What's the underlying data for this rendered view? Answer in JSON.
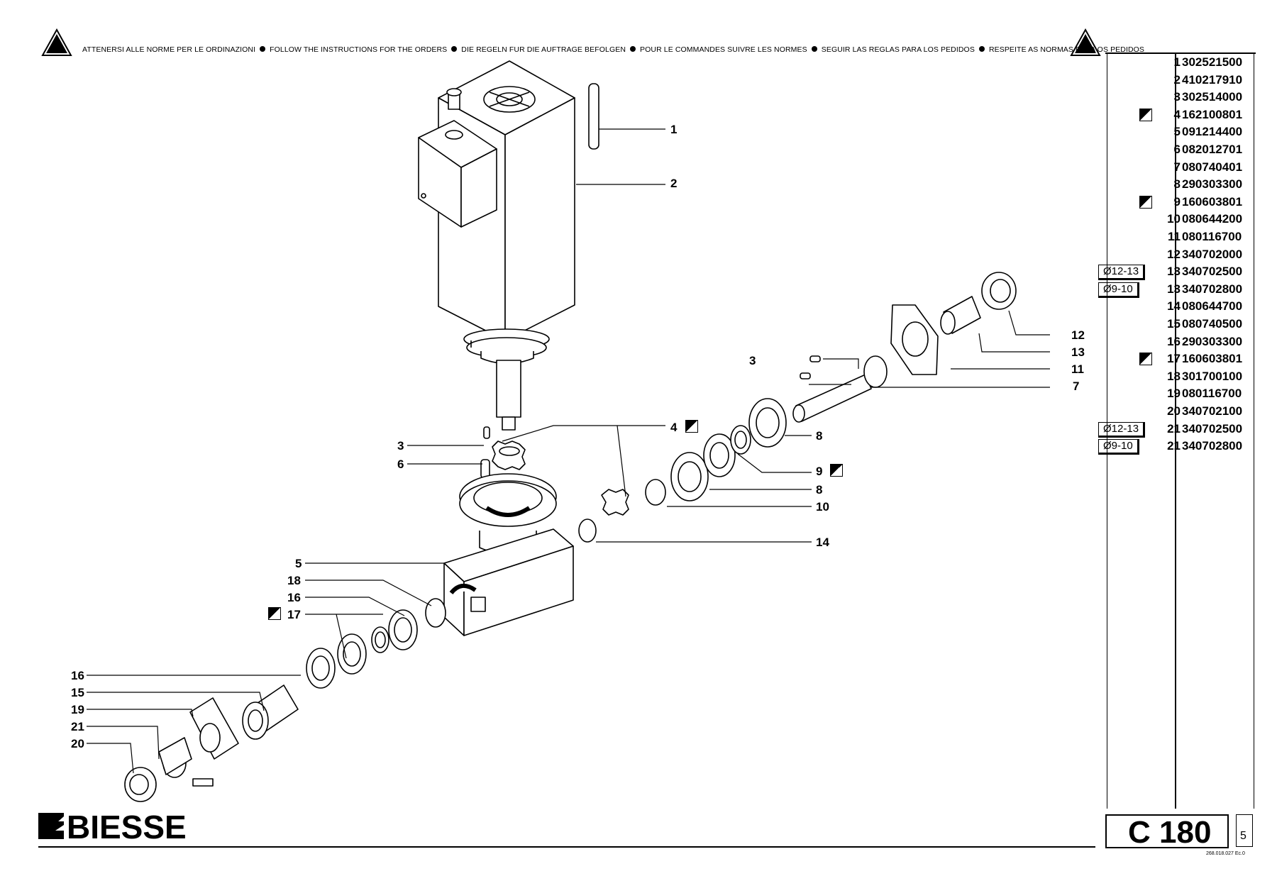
{
  "header": {
    "instructions": [
      "ATTENERSI ALLE NORME PER LE ORDINAZIONI",
      "FOLLOW THE INSTRUCTIONS FOR THE ORDERS",
      "DIE REGELN FUR DIE AUFTRAGE BEFOLGEN",
      "POUR LE COMMANDES SUIVRE LES NORMES",
      "SEGUIR LAS REGLAS PARA LOS PEDIDOS",
      "RESPEITE AS NORMAS PARA OS PEDIDOS"
    ],
    "warning_icon": "warning-triangle-icon"
  },
  "callouts": {
    "c1": "1",
    "c2": "2",
    "c3a": "3",
    "c3b": "3",
    "c4": "4",
    "c5": "5",
    "c6": "6",
    "c7": "7",
    "c8a": "8",
    "c8b": "8",
    "c9": "9",
    "c10": "10",
    "c11": "11",
    "c12": "12",
    "c13": "13",
    "c14": "14",
    "c15": "15",
    "c16a": "16",
    "c16b": "16",
    "c17": "17",
    "c18": "18",
    "c19": "19",
    "c20": "20",
    "c21": "21"
  },
  "parts_table": [
    {
      "num": "1",
      "code": "302521500",
      "mark": false,
      "tag": ""
    },
    {
      "num": "2",
      "code": "410217910",
      "mark": false,
      "tag": ""
    },
    {
      "num": "3",
      "code": "302514000",
      "mark": false,
      "tag": ""
    },
    {
      "num": "4",
      "code": "162100801",
      "mark": true,
      "tag": ""
    },
    {
      "num": "5",
      "code": "091214400",
      "mark": false,
      "tag": ""
    },
    {
      "num": "6",
      "code": "082012701",
      "mark": false,
      "tag": ""
    },
    {
      "num": "7",
      "code": "080740401",
      "mark": false,
      "tag": ""
    },
    {
      "num": "8",
      "code": "290303300",
      "mark": false,
      "tag": ""
    },
    {
      "num": "9",
      "code": "160603801",
      "mark": true,
      "tag": ""
    },
    {
      "num": "10",
      "code": "080644200",
      "mark": false,
      "tag": ""
    },
    {
      "num": "11",
      "code": "080116700",
      "mark": false,
      "tag": ""
    },
    {
      "num": "12",
      "code": "340702000",
      "mark": false,
      "tag": ""
    },
    {
      "num": "13",
      "code": "340702500",
      "mark": false,
      "tag": "Ø12-13"
    },
    {
      "num": "13",
      "code": "340702800",
      "mark": false,
      "tag": "Ø9-10"
    },
    {
      "num": "14",
      "code": "080644700",
      "mark": false,
      "tag": ""
    },
    {
      "num": "15",
      "code": "080740500",
      "mark": false,
      "tag": ""
    },
    {
      "num": "16",
      "code": "290303300",
      "mark": false,
      "tag": ""
    },
    {
      "num": "17",
      "code": "160603801",
      "mark": true,
      "tag": ""
    },
    {
      "num": "18",
      "code": "301700100",
      "mark": false,
      "tag": ""
    },
    {
      "num": "19",
      "code": "080116700",
      "mark": false,
      "tag": ""
    },
    {
      "num": "20",
      "code": "340702100",
      "mark": false,
      "tag": ""
    },
    {
      "num": "21",
      "code": "340702500",
      "mark": false,
      "tag": "Ø12-13"
    },
    {
      "num": "21",
      "code": "340702800",
      "mark": false,
      "tag": "Ø9-10"
    }
  ],
  "footer": {
    "brand": "BIESSE",
    "model": "C 180",
    "page": "5",
    "doc_ref": "268.018.027 Ec.0"
  }
}
